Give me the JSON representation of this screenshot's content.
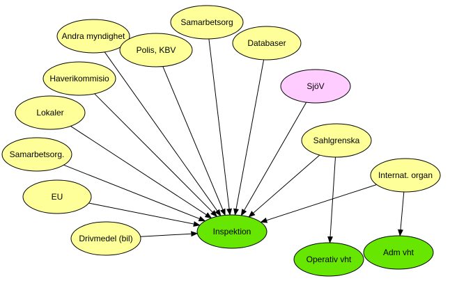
{
  "diagram": {
    "colors": {
      "source_fill": "#FFFF99",
      "highlight_fill": "#FFCCFF",
      "target_fill": "#66E600",
      "stroke": "#000000"
    },
    "nodes": [
      {
        "id": "samarbetsorg-top",
        "label": "Samarbetsorg",
        "role": "source"
      },
      {
        "id": "andra-myndighet",
        "label": "Andra myndighet",
        "role": "source"
      },
      {
        "id": "polis-kbv",
        "label": "Polis, KBV",
        "role": "source"
      },
      {
        "id": "databaser",
        "label": "Databaser",
        "role": "source"
      },
      {
        "id": "haverikommisio",
        "label": "Haverikommisio",
        "role": "source"
      },
      {
        "id": "sjov",
        "label": "SjöV",
        "role": "highlight"
      },
      {
        "id": "lokaler",
        "label": "Lokaler",
        "role": "source"
      },
      {
        "id": "sahlgrenska",
        "label": "Sahlgrenska",
        "role": "source"
      },
      {
        "id": "samarbetsorg-left",
        "label": "Samarbetsorg.",
        "role": "source"
      },
      {
        "id": "internat-organ",
        "label": "Internat. organ",
        "role": "source"
      },
      {
        "id": "eu",
        "label": "EU",
        "role": "source"
      },
      {
        "id": "inspektion",
        "label": "Inspektion",
        "role": "target"
      },
      {
        "id": "drivmedel",
        "label": "Drivmedel (bil)",
        "role": "source"
      },
      {
        "id": "operativ-vht",
        "label": "Operativ vht",
        "role": "target"
      },
      {
        "id": "adm-vht",
        "label": "Adm vht",
        "role": "target"
      }
    ],
    "edges": [
      {
        "from": "andra-myndighet",
        "to": "inspektion"
      },
      {
        "from": "samarbetsorg-top",
        "to": "inspektion"
      },
      {
        "from": "polis-kbv",
        "to": "inspektion"
      },
      {
        "from": "databaser",
        "to": "inspektion"
      },
      {
        "from": "haverikommisio",
        "to": "inspektion"
      },
      {
        "from": "sjov",
        "to": "inspektion"
      },
      {
        "from": "lokaler",
        "to": "inspektion"
      },
      {
        "from": "sahlgrenska",
        "to": "inspektion"
      },
      {
        "from": "samarbetsorg-left",
        "to": "inspektion"
      },
      {
        "from": "eu",
        "to": "inspektion"
      },
      {
        "from": "drivmedel",
        "to": "inspektion"
      },
      {
        "from": "internat-organ",
        "to": "inspektion"
      },
      {
        "from": "sahlgrenska",
        "to": "operativ-vht"
      },
      {
        "from": "internat-organ",
        "to": "adm-vht"
      }
    ]
  }
}
